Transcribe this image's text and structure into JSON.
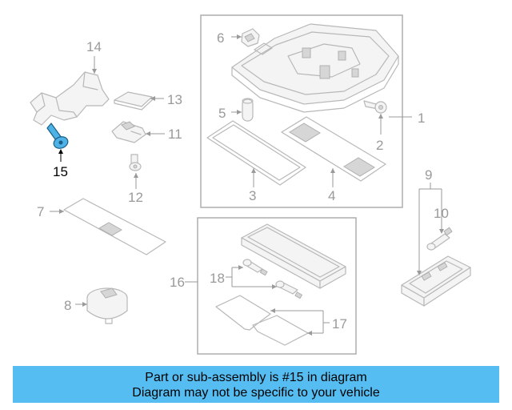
{
  "callouts": {
    "c1": "1",
    "c2": "2",
    "c3": "3",
    "c4": "4",
    "c5": "5",
    "c6": "6",
    "c7": "7",
    "c8": "8",
    "c9": "9",
    "c10": "10",
    "c11": "11",
    "c12": "12",
    "c13": "13",
    "c14": "14",
    "c15": "15",
    "c16": "16",
    "c17": "17",
    "c18": "18"
  },
  "highlight_part": "15",
  "colors": {
    "highlight_fill": "#4fb2e6",
    "banner_bg": "#56bdf2",
    "line_gray": "#b8b8b8",
    "label_gray": "#9a9a9a"
  },
  "banner": {
    "line1": "Part or sub-assembly is #15 in diagram",
    "line2": "Diagram may not be specific to your vehicle"
  }
}
